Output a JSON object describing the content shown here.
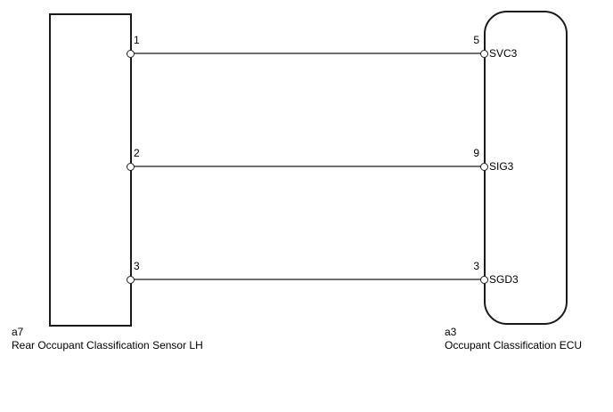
{
  "diagram": {
    "type": "wiring-diagram",
    "left_component": {
      "code": "a7",
      "name": "Rear Occupant Classification Sensor LH"
    },
    "right_component": {
      "code": "a3",
      "name": "Occupant Classification ECU"
    },
    "connections": [
      {
        "from_pin": "1",
        "to_pin": "5",
        "signal": "SVC3"
      },
      {
        "from_pin": "2",
        "to_pin": "9",
        "signal": "SIG3"
      },
      {
        "from_pin": "3",
        "to_pin": "3",
        "signal": "SGD3"
      }
    ],
    "colors": {
      "background": "#ffffff",
      "outline": "#1a1a1a",
      "wire": "#6f6f6f",
      "text": "#000000"
    }
  }
}
